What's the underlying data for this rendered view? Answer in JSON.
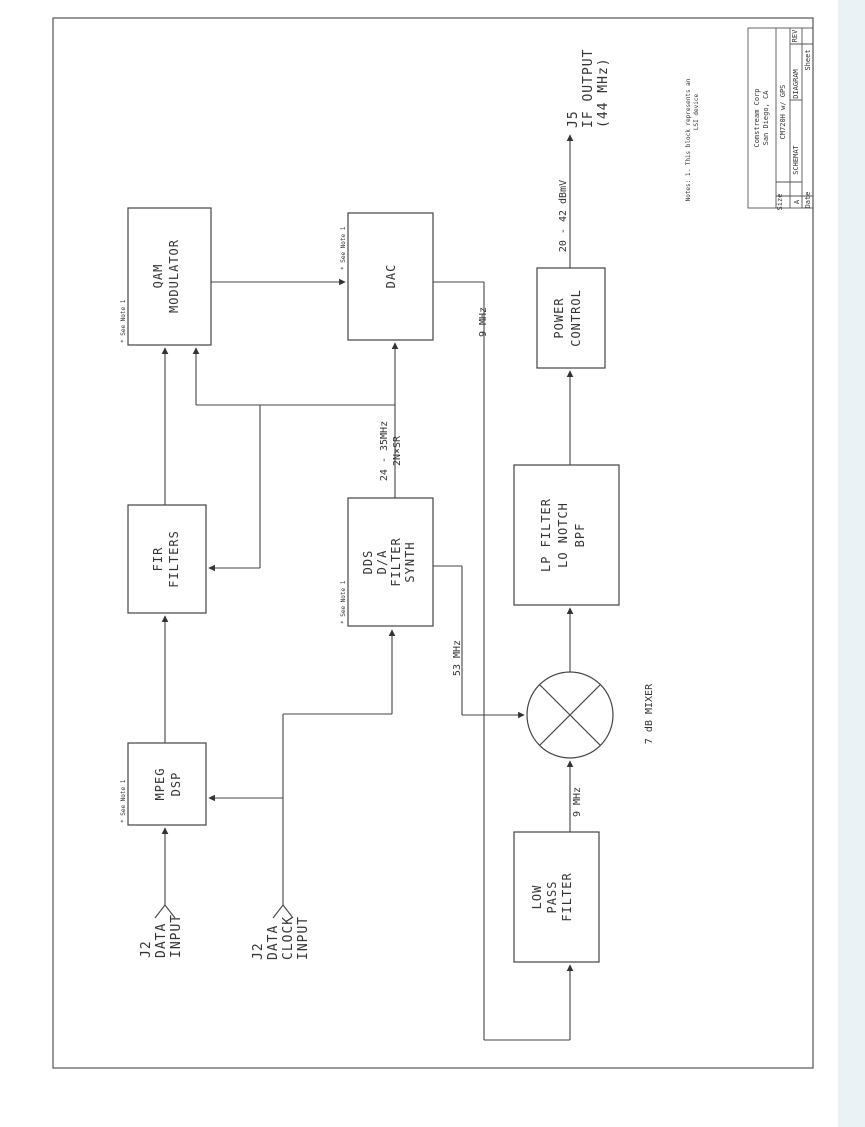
{
  "blocks": {
    "mpeg": [
      "MPEG",
      "DSP"
    ],
    "fir": [
      "FIR",
      "FILTERS"
    ],
    "qam": [
      "QAM",
      "MODULATOR"
    ],
    "dds": [
      "DDS",
      "D/A",
      "FILTER",
      "SYNTH"
    ],
    "dac": [
      "DAC"
    ],
    "lpf": [
      "LOW",
      "PASS",
      "FILTER"
    ],
    "lpnotch": [
      "LP FILTER",
      "LO NOTCH",
      "BPF"
    ],
    "power": [
      "POWER",
      "CONTROL"
    ]
  },
  "see_note": "* See Note 1",
  "inputs": {
    "data": [
      "J2",
      "DATA",
      "INPUT"
    ],
    "clock": [
      "J2",
      "DATA",
      "CLOCK",
      "INPUT"
    ]
  },
  "output": [
    "J5",
    "IF OUTPUT",
    "(44 MHz)"
  ],
  "signals": {
    "dds_out": [
      "24 - 35MHz",
      "2N×SR"
    ],
    "lo": "53 MHz",
    "dac_out": "9 MHz",
    "lpf_out": "9 MHz",
    "power_out": "20 - 42 dBmV",
    "mixer": "7 dB MIXER"
  },
  "notes": [
    "Notes: 1. This block represents an",
    "LSI device"
  ],
  "title_block": {
    "company": [
      "Comstream Corp",
      "San Diego, CA"
    ],
    "title": "CM720H w/ GPS",
    "diagram": "DIAGRAM",
    "document": "SCHEMAT",
    "size_label": "Size",
    "rev_label": "REV",
    "size_value": "A",
    "date_label": "Date",
    "sheet_label": "Sheet"
  }
}
